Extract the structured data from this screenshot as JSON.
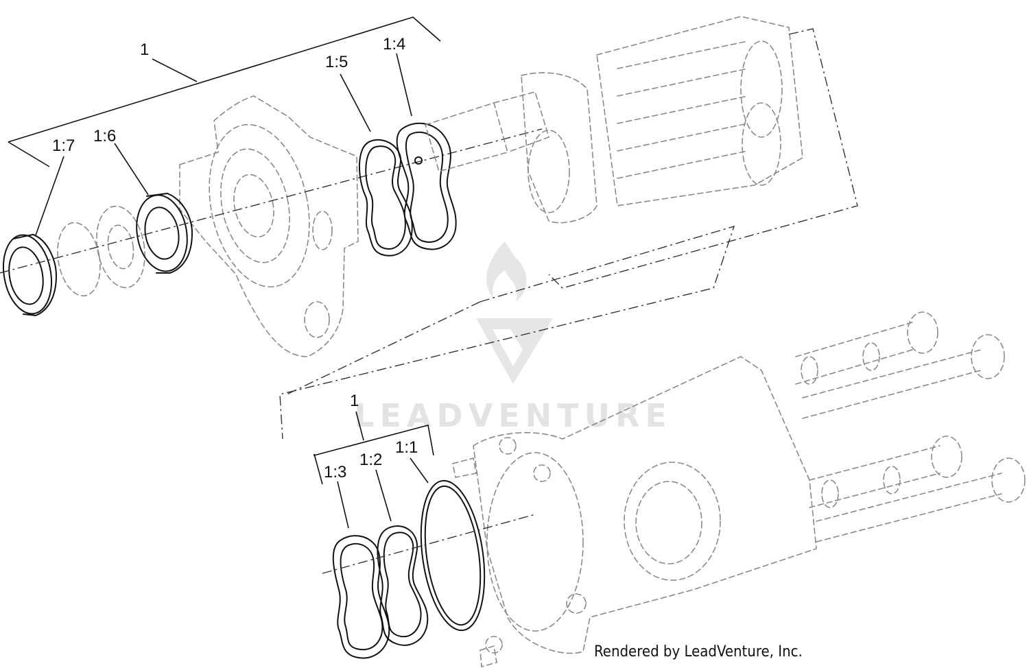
{
  "callouts": {
    "top_assembly": "1",
    "c17": "1:7",
    "c16": "1:6",
    "c15": "1:5",
    "c14": "1:4",
    "bottom_assembly": "1",
    "c13": "1:3",
    "c12": "1:2",
    "c11": "1:1"
  },
  "watermark": {
    "text": "LEADVENTURE"
  },
  "credit": "Rendered by LeadVenture, Inc.",
  "colors": {
    "ink": "#111111",
    "ghost": "#8a8a8a",
    "watermark": "#e3e3e3"
  }
}
